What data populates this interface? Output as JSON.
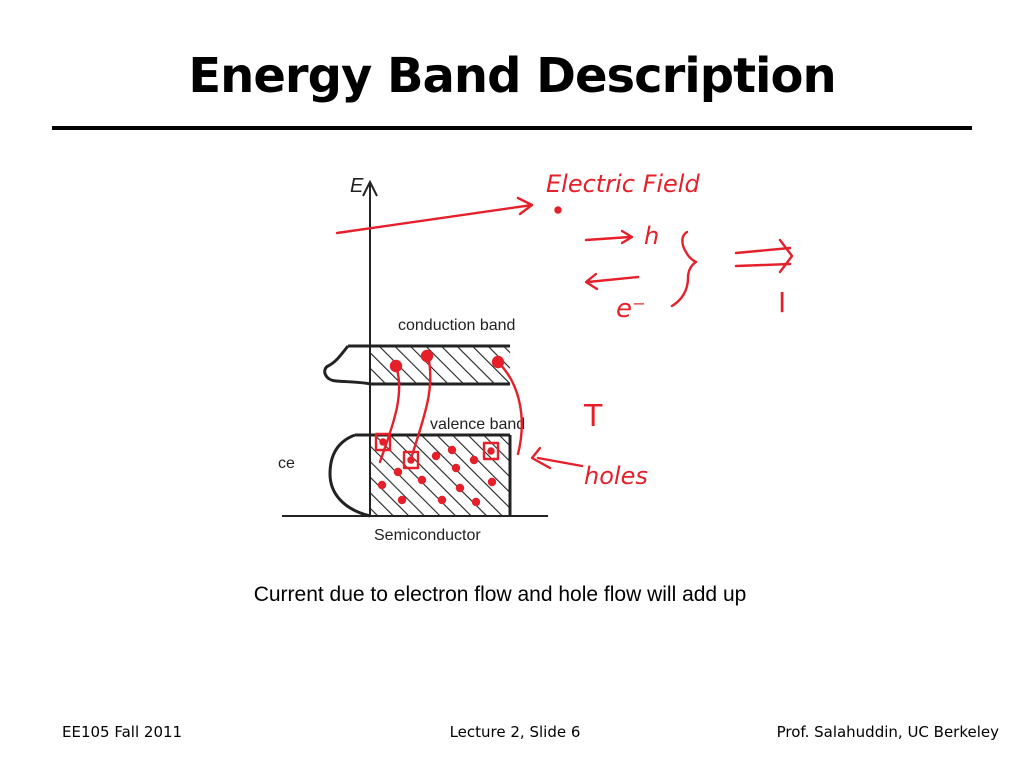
{
  "slide": {
    "title": "Energy Band Description",
    "caption": "Current due to electron flow and hole flow will add up"
  },
  "diagram": {
    "axis_label": "E",
    "conduction_band_label": "conduction band",
    "valence_band_label": "valence band",
    "left_clipped_label": "ce",
    "material_label": "Semiconductor",
    "annotations": {
      "field": "Electric Field",
      "hole": "h",
      "electron": "e⁻",
      "current": "I",
      "temperature": "T",
      "holes": "holes"
    },
    "colors": {
      "ink": "#e5202a",
      "print": "#222222"
    }
  },
  "footer": {
    "left": "EE105 Fall 2011",
    "center": "Lecture 2, Slide 6",
    "right": "Prof. Salahuddin, UC Berkeley"
  }
}
